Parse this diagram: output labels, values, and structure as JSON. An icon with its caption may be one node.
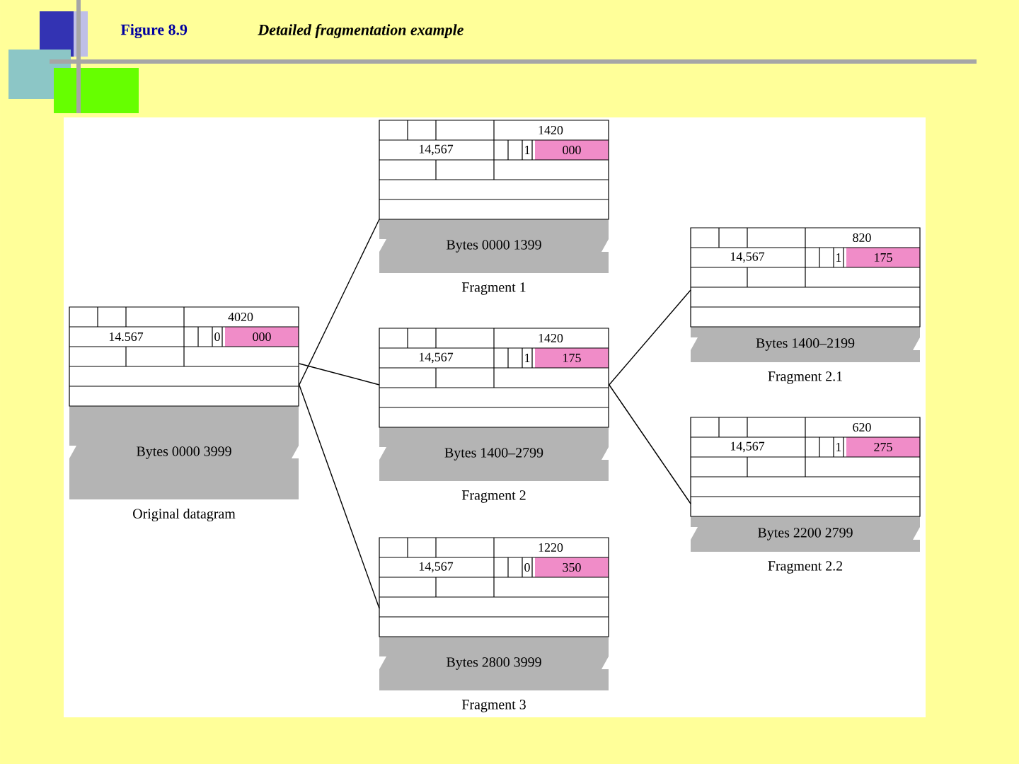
{
  "diagram": {
    "title": "Detailed fragmentation example",
    "nodes": [
      {
        "text": [
          "4020",
          "14.567",
          "0",
          "000",
          "Bytes 0000 3999"
        ],
        "beside": [
          "Original datagram"
        ]
      },
      {
        "text": [
          "1420",
          "14,567",
          "1",
          "000",
          "Bytes 0000 1399"
        ],
        "beside": [
          "Fragment 1"
        ]
      },
      {
        "text": [
          "1420",
          "14,567",
          "1",
          "175",
          "Bytes 1400–2799"
        ],
        "beside": [
          "Fragment 2"
        ]
      },
      {
        "text": [
          "1220",
          "14,567",
          "0",
          "350",
          "Bytes 2800 3999"
        ],
        "beside": [
          "Fragment 3"
        ]
      },
      {
        "text": [
          "820",
          "14,567",
          "1",
          "175",
          "Bytes 1400–2199"
        ],
        "beside": [
          "Fragment 2.1"
        ]
      },
      {
        "text": [
          "620",
          "14,567",
          "1",
          "275",
          "Bytes 2200 2799"
        ],
        "beside": [
          "Fragment 2.2"
        ]
      }
    ],
    "edges": [
      {
        "from": 0,
        "to": 1,
        "arrow": "none"
      },
      {
        "from": 0,
        "to": 2,
        "arrow": "none"
      },
      {
        "from": 0,
        "to": 3,
        "arrow": "none"
      },
      {
        "from": 2,
        "to": 4,
        "arrow": "none"
      },
      {
        "from": 2,
        "to": 5,
        "arrow": "none"
      }
    ],
    "labels": [
      "Figure 8.9"
    ]
  }
}
